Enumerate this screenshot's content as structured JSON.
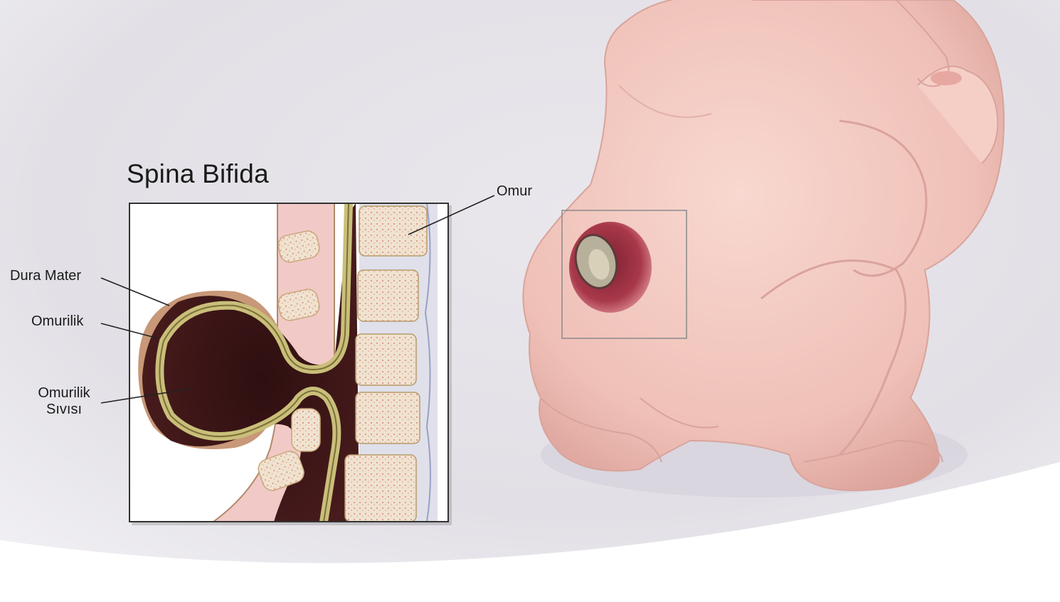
{
  "title": "Spina Bifida",
  "labels": {
    "omur": "Omur",
    "dura_mater": "Dura Mater",
    "omurilik": "Omurilik",
    "omurilik_sivisi_line1": "Omurilik",
    "omurilik_sivisi_line2": "Sıvısı"
  },
  "colors": {
    "background_shadow": "#d8d6de",
    "skin": "#f2c9c2",
    "skin_shadow": "#d9a39c",
    "lesion": "#9a2f3d",
    "csf_dark": "#3b1516",
    "nerve": "#c9bf7a",
    "bone": "#efe3cf",
    "disc": "#c9cde0",
    "tissue_pink": "#f1c9c6"
  }
}
